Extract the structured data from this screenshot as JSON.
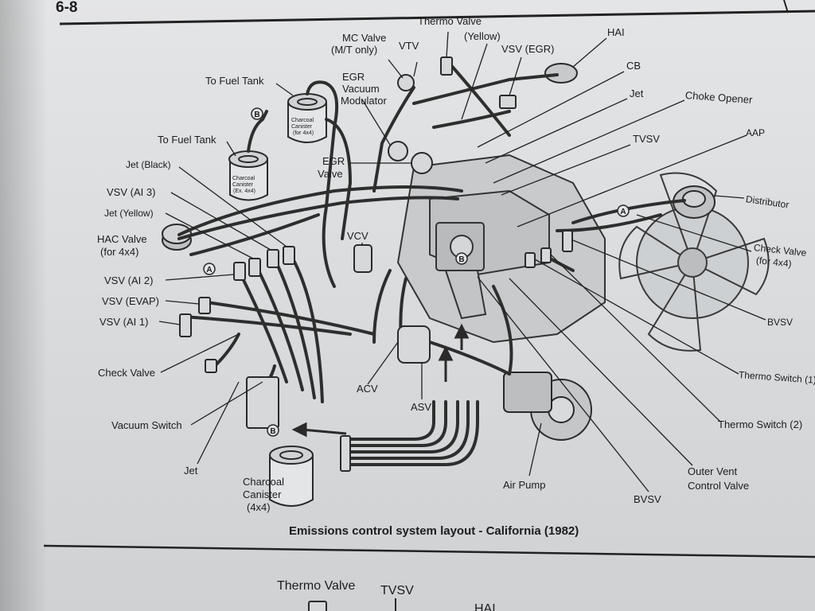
{
  "page_number": "6-8",
  "caption": "Emissions control system layout - California (1982)",
  "labels": {
    "thermo_valve": "Thermo Valve",
    "thermo_valve_color": "(Yellow)",
    "mc_valve": "MC Valve",
    "mc_valve_note": "(M/T only)",
    "vtv": "VTV",
    "vsv_egr": "VSV (EGR)",
    "hai": "HAI",
    "cb": "CB",
    "jet_top": "Jet",
    "choke_opener": "Choke Opener",
    "tvsv": "TVSV",
    "aap": "AAP",
    "distributor": "Distributor",
    "check_valve_4x4": "Check Valve",
    "check_valve_4x4_note": "(for 4x4)",
    "bvsv_right": "BVSV",
    "thermo_switch_1": "Thermo Switch (1)",
    "thermo_switch_2": "Thermo Switch (2)",
    "outer_vent_1": "Outer Vent",
    "outer_vent_2": "Control Valve",
    "bvsv_bottom": "BVSV",
    "air_pump": "Air Pump",
    "asv": "ASV",
    "acv": "ACV",
    "vcv": "VCV",
    "egr_valve_1": "EGR",
    "egr_valve_2": "Valve",
    "egr_mod_1": "EGR",
    "egr_mod_2": "Vacuum",
    "egr_mod_3": "Modulator",
    "to_fuel_tank_1": "To Fuel Tank",
    "to_fuel_tank_2": "To Fuel Tank",
    "jet_black": "Jet (Black)",
    "vsv_ai3": "VSV (AI 3)",
    "jet_yellow": "Jet (Yellow)",
    "hac_valve": "HAC Valve",
    "hac_valve_note": "(for 4x4)",
    "vsv_ai2": "VSV (AI 2)",
    "vsv_evap": "VSV (EVAP)",
    "vsv_ai1": "VSV (AI 1)",
    "check_valve_left": "Check Valve",
    "vacuum_switch": "Vacuum Switch",
    "jet_bottom": "Jet",
    "charcoal_1": "Charcoal",
    "charcoal_2": "Canister",
    "charcoal_3": "(4x4)",
    "canister_small_1a": "Charcoal",
    "canister_small_1b": "Canister",
    "canister_small_1c": "(for 4x4)",
    "canister_small_2a": "Charcoal",
    "canister_small_2b": "Canister",
    "canister_small_2c": "(Ex. 4x4)",
    "marker_a": "A",
    "marker_b": "B"
  },
  "bottom_labels": {
    "thermo_valve": "Thermo Valve",
    "tvsv": "TVSV",
    "hai_partial": "HAI"
  }
}
